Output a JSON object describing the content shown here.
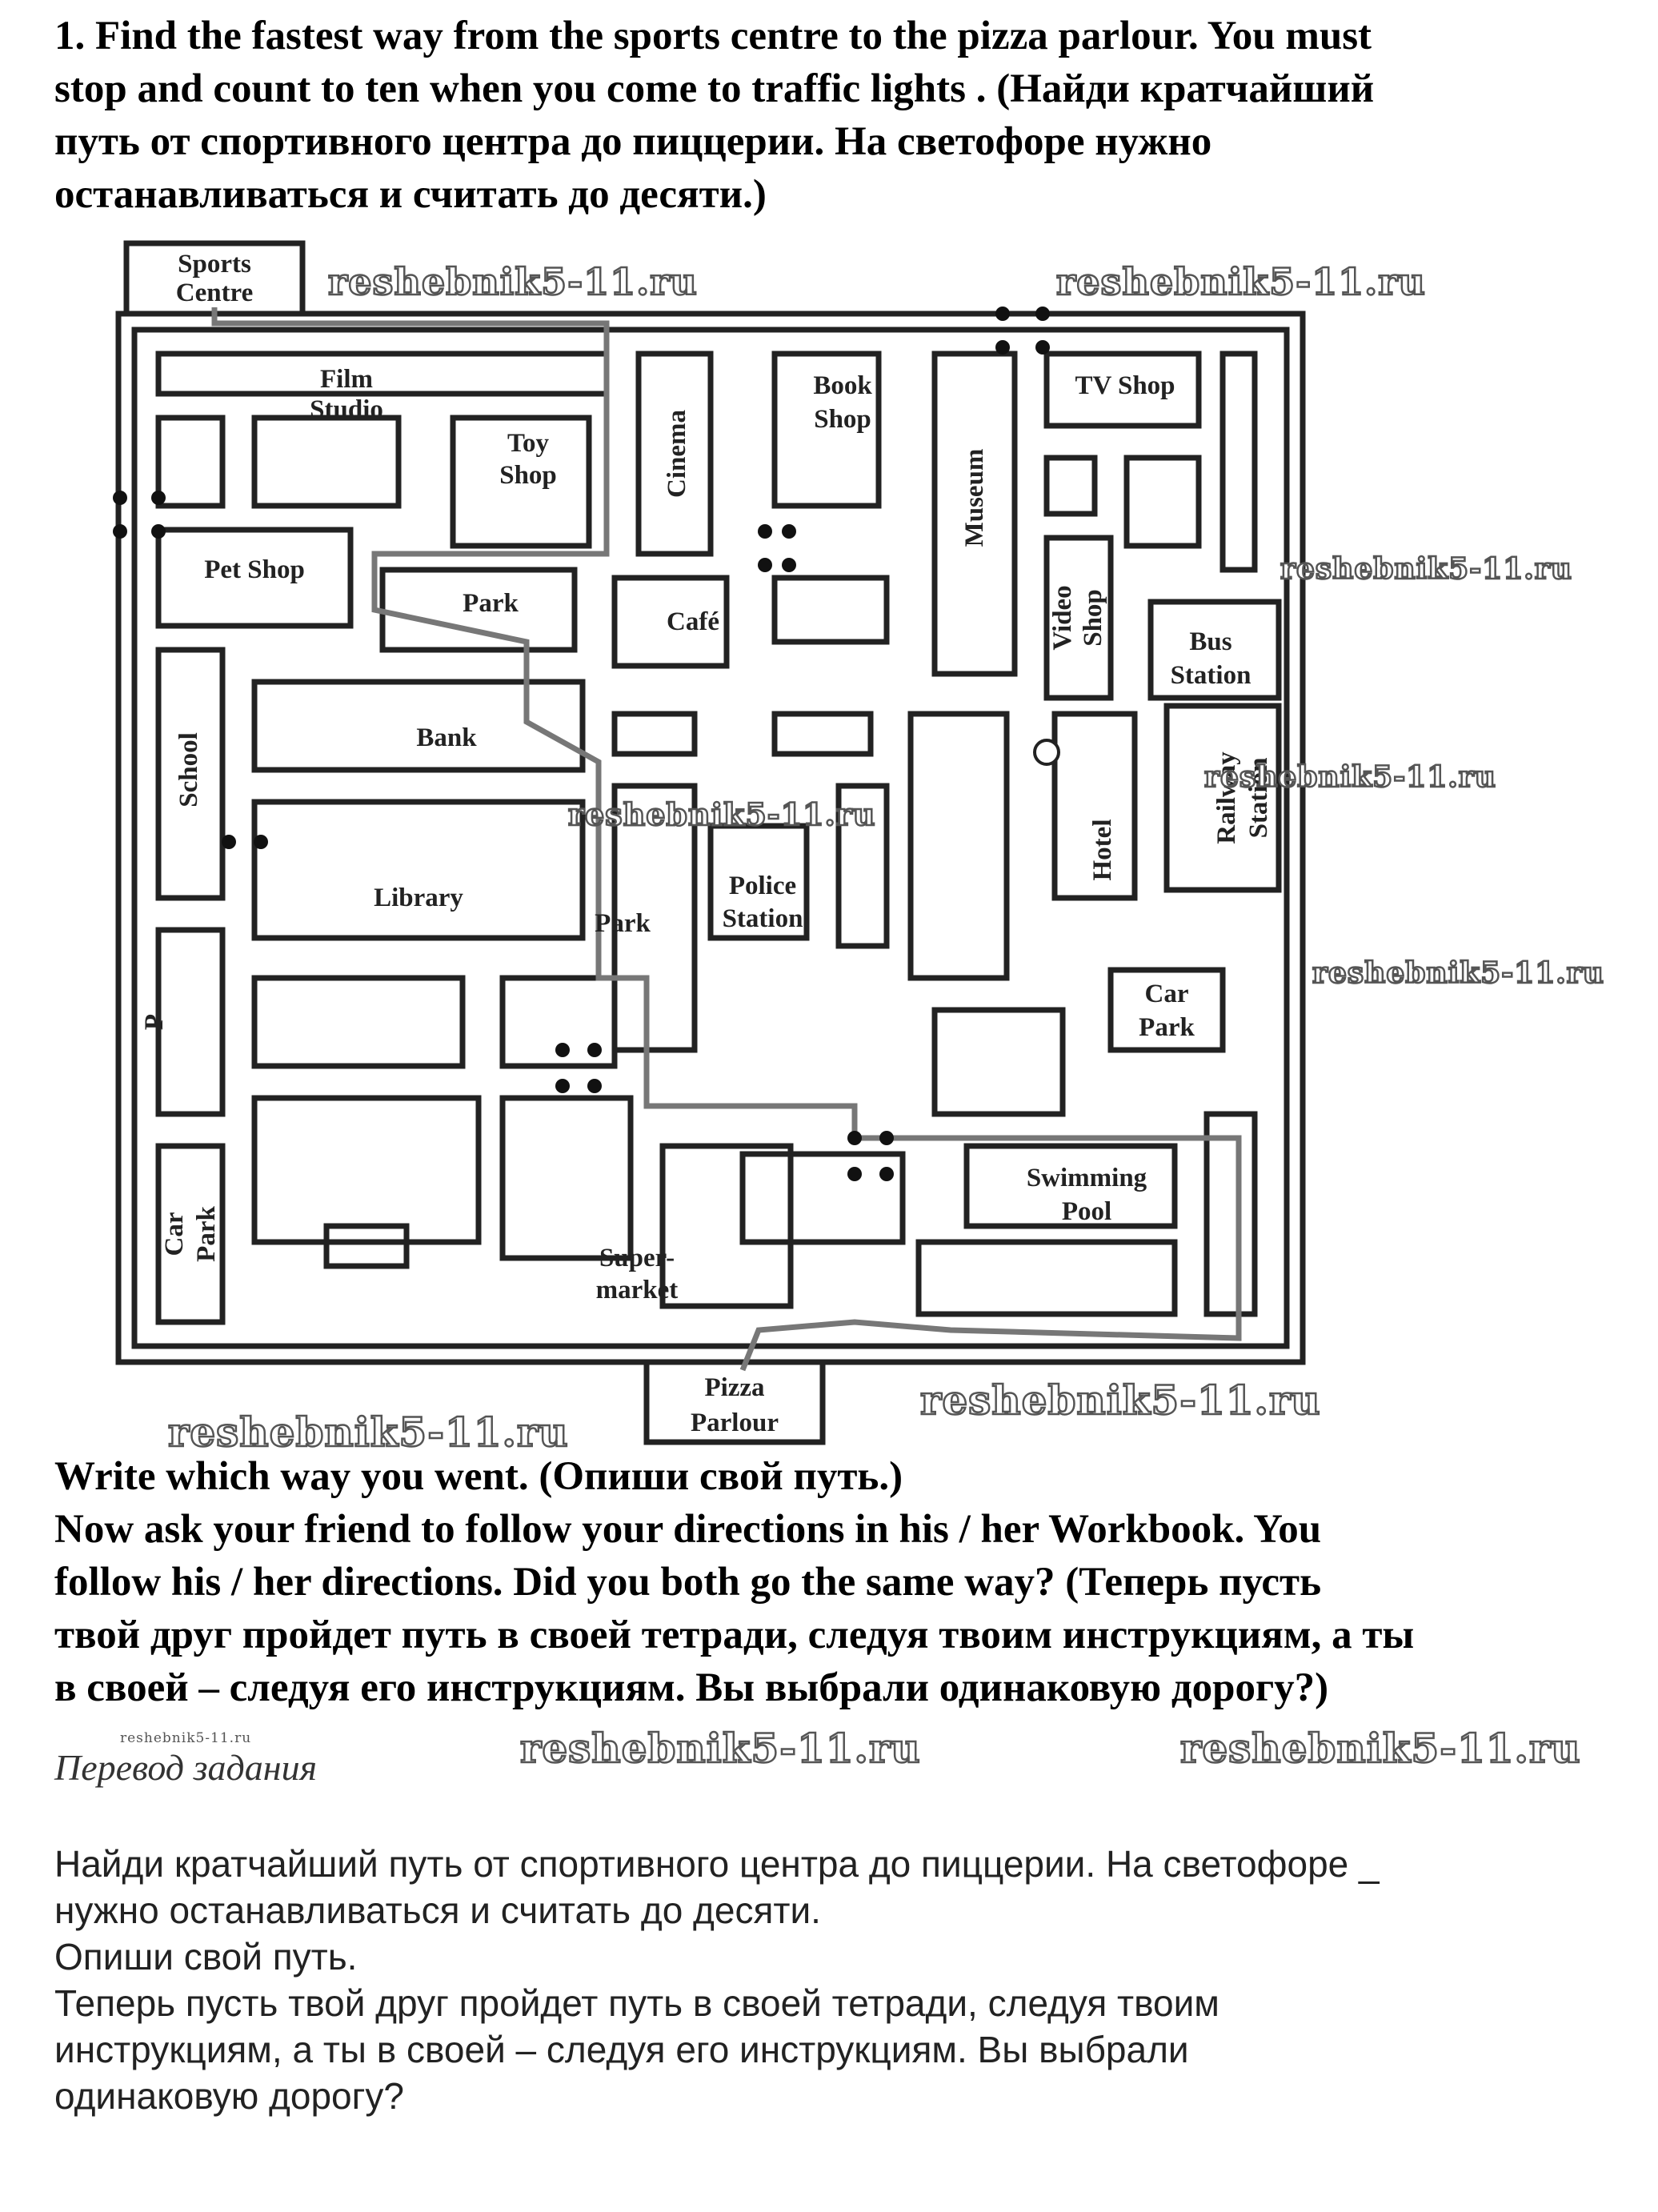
{
  "task": {
    "lines": [
      "1. Find the fastest way from the sports centre to the pizza parlour. You must",
      "stop and count to ten when you come to traffic lights . (Найди кратчайший",
      "путь от спортивного центра до пиццерии. На светофоре нужно",
      "останавливаться и считать до десяти.)"
    ]
  },
  "map_labels": {
    "sports_centre": [
      "Sports",
      "Centre"
    ],
    "film_studio": [
      "Film",
      "Studio"
    ],
    "toy_shop": [
      "Toy",
      "Shop"
    ],
    "cinema": "Cinema",
    "book_shop": [
      "Book",
      "Shop"
    ],
    "museum": "Museum",
    "tv_shop": "TV Shop",
    "pet_shop": "Pet Shop",
    "park_top": "Park",
    "cafe": "Café",
    "video_shop": [
      "Video",
      "Shop"
    ],
    "bus_station": [
      "Bus",
      "Station"
    ],
    "bank": "Bank",
    "school": "School",
    "library": "Library",
    "park_mid": "Park",
    "police_station": [
      "Police",
      "Station"
    ],
    "hotel": "Hotel",
    "railway_station": [
      "Railway",
      "Station"
    ],
    "car_park_right": [
      "Car",
      "Park"
    ],
    "post_office": "Post Office",
    "swimming_pool": [
      "Swimming",
      "Pool"
    ],
    "car_park_left": [
      "Car",
      "Park"
    ],
    "supermarket": [
      "Super-",
      "market"
    ],
    "pizza_parlour": [
      "Pizza",
      "Parlour"
    ]
  },
  "watermarks": {
    "text": "reshebnik5-11.ru"
  },
  "task2": {
    "lines": [
      "Write which way you went. (Опиши свой путь.)",
      "Now ask your friend to follow your directions in his / her Workbook. You",
      "follow his / her directions. Did you both go the same way? (Теперь пусть",
      "твой друг пройдет путь в своей тетради, следуя твоим инструкциям, а ты",
      "в своей – следуя его инструкциям. Вы выбрали одинаковую дорогу?)"
    ]
  },
  "translation": {
    "heading": "Перевод задания",
    "lines": [
      "Найди кратчайший путь от спортивного центра до пиццерии. На светофоре _",
      "нужно останавливаться и считать до десяти.",
      "Опиши свой путь.",
      "Теперь пусть твой друг пройдет путь в своей тетради, следуя твоим",
      "инструкциям, а ты в своей – следуя его инструкциям. Вы выбрали",
      "одинаковую дорогу?"
    ]
  }
}
